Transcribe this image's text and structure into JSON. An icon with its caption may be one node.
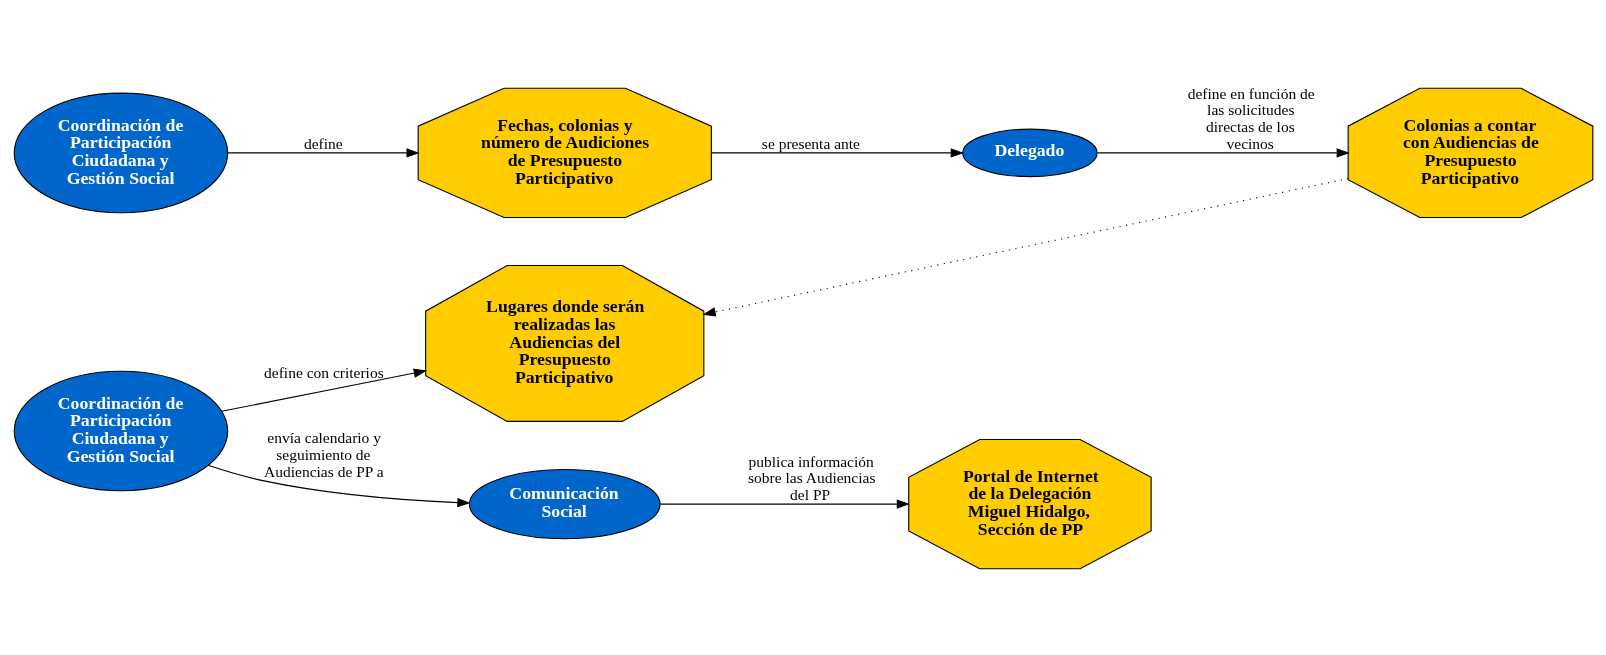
{
  "diagram": {
    "nodes": [
      {
        "text": [
          "Coordinación de Participación Ciudadana y Gestión Social"
        ]
      },
      {
        "text": [
          "Fechas, colonias y número de Audiciones de Presupuesto Participativo"
        ]
      },
      {
        "text": [
          "Delegado"
        ]
      },
      {
        "text": [
          "Colonias a contar con Audiencias de Presupuesto Participativo"
        ]
      },
      {
        "text": [
          "Coordinación de Participación Ciudadana y Gestión Social"
        ]
      },
      {
        "text": [
          "Lugares donde serán realizadas las Audiencias del Presupuesto Participativo"
        ]
      },
      {
        "text": [
          "Comunicación Social"
        ]
      },
      {
        "text": [
          "Portal de Internet de la Delegación Miguel Hidalgo, Sección de PP"
        ]
      }
    ],
    "edges": [
      {
        "from": 0,
        "to": 1,
        "arrow": "to",
        "label": "define"
      },
      {
        "from": 1,
        "to": 2,
        "arrow": "to",
        "label": "se presenta ante"
      },
      {
        "from": 2,
        "to": 3,
        "arrow": "to",
        "label": "define en función de las solicitudes directas de los vecinos"
      },
      {
        "from": 3,
        "to": 5,
        "arrow": "to",
        "style": "dashed"
      },
      {
        "from": 4,
        "to": 5,
        "arrow": "to",
        "label": "define con criterios"
      },
      {
        "from": 4,
        "to": 6,
        "arrow": "to",
        "label": "envía calendario y seguimiento de Audiencias de PP a"
      },
      {
        "from": 6,
        "to": 7,
        "arrow": "to",
        "label": "publica información sobre las Audiencias del PP"
      }
    ]
  }
}
